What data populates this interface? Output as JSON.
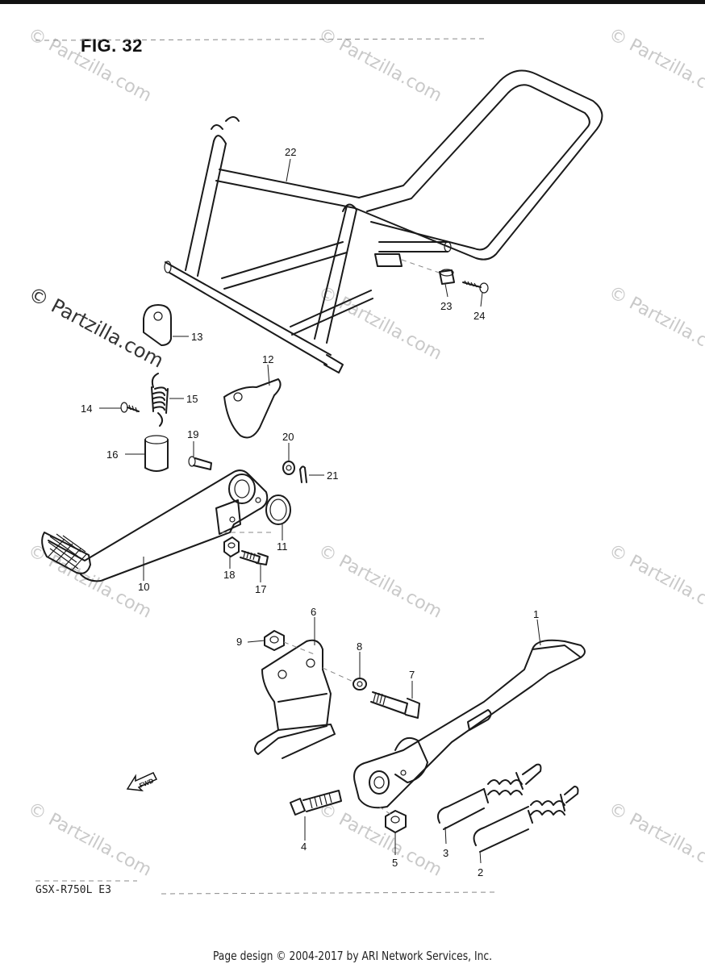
{
  "figure": {
    "title": "FIG. 32"
  },
  "model_code": "GSX-R750L  E3",
  "footer": "Page design © 2004-2017 by ARI Network Services, Inc.",
  "watermark": {
    "text": "© Partzilla.com",
    "color": "#c9c9c9"
  },
  "fwd_label": "FWD",
  "callouts": [
    "1",
    "2",
    "3",
    "4",
    "5",
    "6",
    "7",
    "8",
    "9",
    "10",
    "11",
    "12",
    "13",
    "14",
    "15",
    "16",
    "17",
    "18",
    "19",
    "20",
    "21",
    "22",
    "23",
    "24"
  ]
}
